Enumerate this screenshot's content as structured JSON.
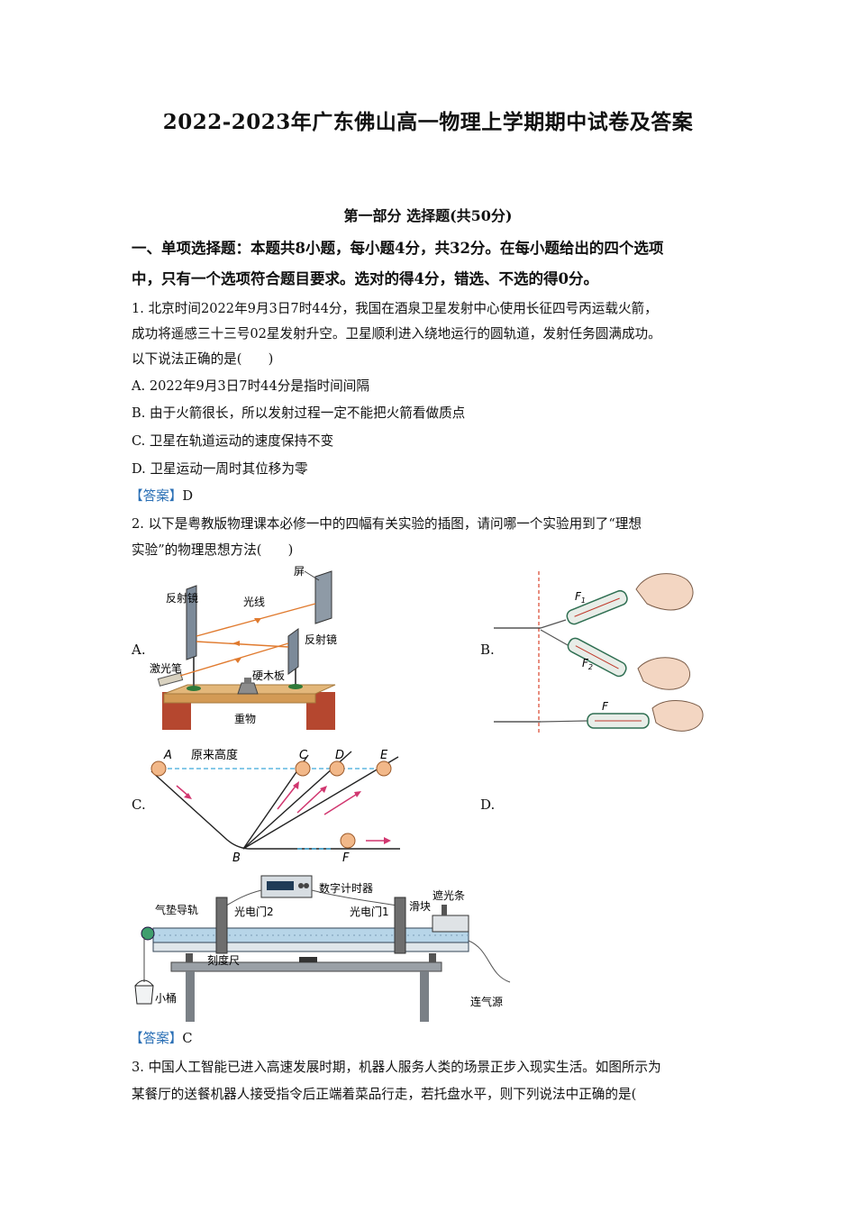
{
  "doc": {
    "title": "2022-2023年广东佛山高一物理上学期期中试卷及答案",
    "part_heading": "第一部分  选择题(共50分)",
    "section": {
      "line1": "一、单项选择题：本题共8小题，每小题4分，共32分。在每小题给出的四个选项",
      "line2": "中，只有一个选项符合题目要求。选对的得4分，错选、不选的得0分。"
    },
    "q1": {
      "line1": "1. 北京时间2022年9月3日7时44分，我国在酒泉卫星发射中心使用长征四号丙运载火箭，",
      "line2": "成功将遥感三十三号02星发射升空。卫星顺利进入绕地运行的圆轨道，发射任务圆满成功。",
      "line3": "以下说法正确的是(　　)",
      "options": [
        "A.  2022年9月3日7时44分是指时间间隔",
        "B. 由于火箭很长，所以发射过程一定不能把火箭看做质点",
        "C. 卫星在轨道运动的速度保持不变",
        "D. 卫星运动一周时其位移为零"
      ],
      "answer_tag": "【答案】",
      "answer": "D"
    },
    "q2": {
      "line1": "2. 以下是粤教版物理课本必修一中的四幅有关实验的插图，请问哪一个实验用到了“理想",
      "line2": "实验”的物理思想方法(　　)",
      "option_labels": [
        "A.",
        "B.",
        "C.",
        "D."
      ],
      "figA": {
        "screen": "屏",
        "mirror1": "反射镜",
        "light": "光线",
        "mirror2": "反射镜",
        "laser": "激光笔",
        "board": "硬木板",
        "weight": "重物"
      },
      "figB": {
        "f1": "F",
        "f1_sub": "1",
        "f2": "F",
        "f2_sub": "2",
        "f": "F"
      },
      "figC": {
        "height_label": "原来高度",
        "points": [
          "A",
          "C",
          "D",
          "E",
          "B",
          "F"
        ]
      },
      "figD": {
        "timer": "数字计时器",
        "shade": "遮光条",
        "track": "气垫导轨",
        "gate2": "光电门2",
        "gate1": "光电门1",
        "slider": "滑块",
        "ruler": "刻度尺",
        "air": "连气源",
        "bucket": "小桶"
      },
      "answer_tag": "【答案】",
      "answer": "C"
    },
    "q3": {
      "line1": "3. 中国人工智能已进入高速发展时期，机器人服务人类的场景正步入现实生活。如图所示为",
      "line2": "某餐厅的送餐机器人接受指令后正端着菜品行走，若托盘水平，则下列说法中正确的是("
    }
  },
  "colors": {
    "answer_bracket": "#2a6fb5",
    "ray": "#e07a2e",
    "pink_arrow": "#d1366f",
    "dashed": "#3fa9d9",
    "red_dashed": "#d9442b",
    "wood": "#d8a76a",
    "brick": "#b5472f"
  }
}
